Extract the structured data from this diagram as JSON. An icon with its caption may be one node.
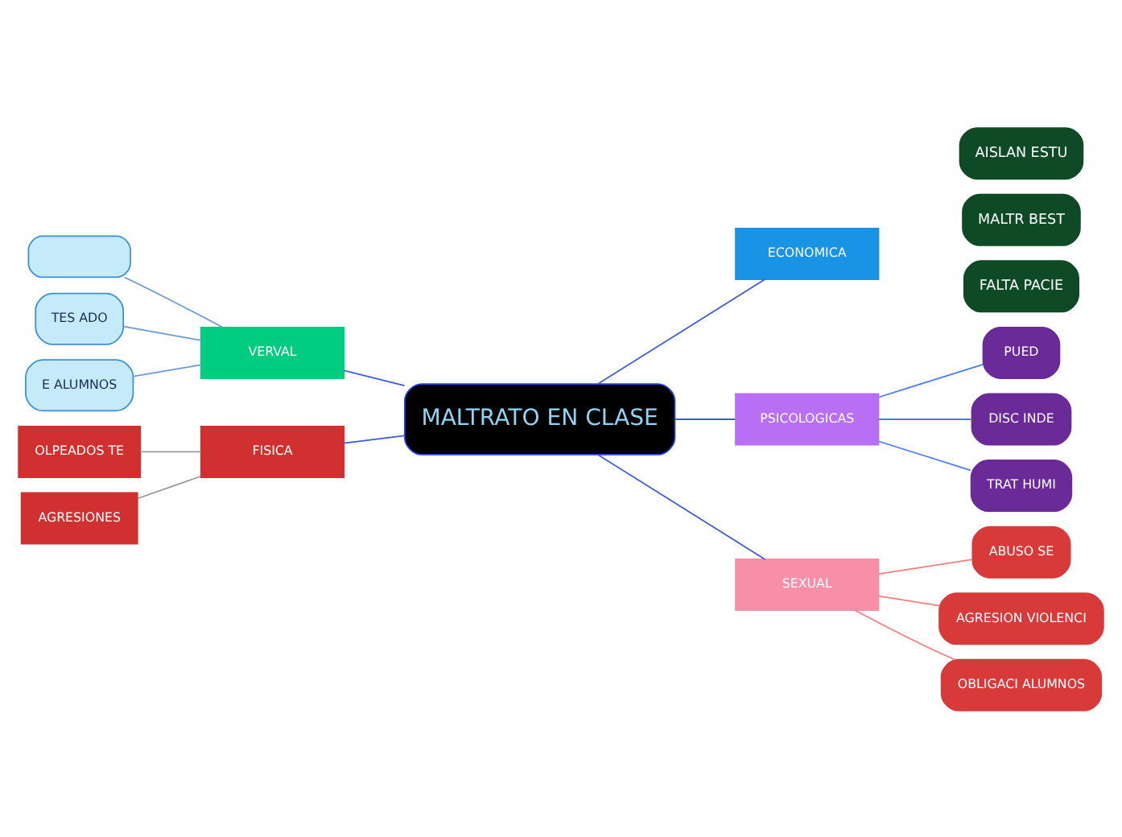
{
  "diagram": {
    "nodes": [
      {
        "text": [
          "MALTRATO EN CLASE"
        ]
      },
      {
        "text": [
          "VERVAL"
        ]
      },
      {
        "text": [],
        "shape": "box"
      },
      {
        "text": [
          "TES ADO"
        ]
      },
      {
        "text": [
          "E ALUMNOS"
        ]
      },
      {
        "text": [
          "FISICA"
        ]
      },
      {
        "text": [
          "OLPEADOS TE"
        ]
      },
      {
        "text": [
          "AGRESIONES"
        ]
      },
      {
        "text": [
          "ECONOMICA"
        ]
      },
      {
        "text": [
          "AISLAN ESTU"
        ]
      },
      {
        "text": [
          "MALTR BEST"
        ]
      },
      {
        "text": [
          "FALTA PACIE"
        ]
      },
      {
        "text": [
          "PSICOLOGICAS"
        ]
      },
      {
        "text": [
          "PUED"
        ]
      },
      {
        "text": [
          "DISC INDE"
        ]
      },
      {
        "text": [
          "TRAT HUMI"
        ]
      },
      {
        "text": [
          "SEXUAL"
        ]
      },
      {
        "text": [
          "ABUSO SE"
        ]
      },
      {
        "text": [
          "AGRESION VIOLENCI"
        ]
      },
      {
        "text": [
          "OBLIGACI ALUMNOS"
        ]
      }
    ],
    "edges": [
      {
        "from": 0,
        "to": 1,
        "arrow": "none"
      },
      {
        "from": 1,
        "to": 2,
        "arrow": "none",
        "color": "#6a9bd8"
      },
      {
        "from": 1,
        "to": 3,
        "arrow": "none",
        "color": "#6a9bd8"
      },
      {
        "from": 1,
        "to": 4,
        "arrow": "none",
        "color": "#6a9bd8"
      },
      {
        "from": 0,
        "to": 5,
        "arrow": "none"
      },
      {
        "from": 5,
        "to": 6,
        "arrow": "none",
        "color": "#999999"
      },
      {
        "from": 5,
        "to": 7,
        "arrow": "none",
        "color": "#999999"
      },
      {
        "from": 0,
        "to": 8,
        "arrow": "none"
      },
      {
        "from": 0,
        "to": 12,
        "arrow": "none"
      },
      {
        "from": 12,
        "to": 13,
        "arrow": "none",
        "color": "#4a7cf0"
      },
      {
        "from": 12,
        "to": 14,
        "arrow": "none",
        "color": "#4a7cf0"
      },
      {
        "from": 12,
        "to": 15,
        "arrow": "none",
        "color": "#4a7cf0"
      },
      {
        "from": 0,
        "to": 16,
        "arrow": "none"
      },
      {
        "from": 16,
        "to": 17,
        "arrow": "none",
        "color": "#f08080"
      },
      {
        "from": 16,
        "to": 18,
        "arrow": "none",
        "color": "#f08080"
      },
      {
        "from": 16,
        "to": 19,
        "arrow": "none",
        "color": "#f08080"
      }
    ]
  }
}
